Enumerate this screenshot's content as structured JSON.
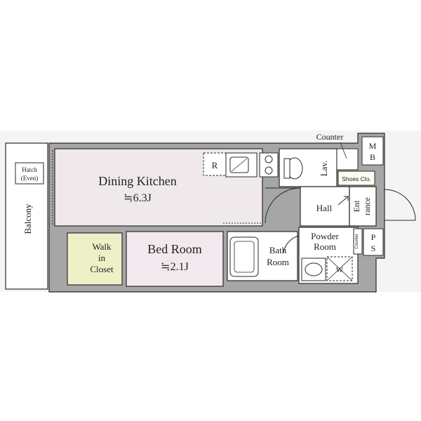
{
  "rooms": {
    "dining_kitchen": {
      "name": "Dining Kitchen",
      "size": "≒6.3J"
    },
    "bed_room": {
      "name": "Bed Room",
      "size": "≒2.1J"
    },
    "walk_in_closet": {
      "line1": "Walk",
      "line2": "in",
      "line3": "Closet"
    },
    "bath_room": {
      "line1": "Bath",
      "line2": "Room"
    },
    "powder_room": {
      "line1": "Powder",
      "line2": "Room"
    },
    "hall": "Hall",
    "entrance": {
      "line1": "Ent",
      "line2": "rance"
    },
    "balcony": "Balcony",
    "lav": "Lav.",
    "counter": "Counter",
    "shoes": "Shoes Clo.",
    "mb": {
      "m": "M",
      "b": "B"
    },
    "ps": {
      "p": "P",
      "s": "S"
    },
    "counter_small": "Counter",
    "hatch": {
      "line1": "Hatch",
      "line2": "(Even)"
    },
    "fridge_mark": "R",
    "washer_mark": "W"
  },
  "colors": {
    "line": "#2a2a2a",
    "wall_gray": "#a6a6a6",
    "dining_fill": "#efe9ec",
    "bed_fill": "#f1e9ee",
    "closet_fill": "#efefc8",
    "wet_fill": "#ffffff"
  }
}
